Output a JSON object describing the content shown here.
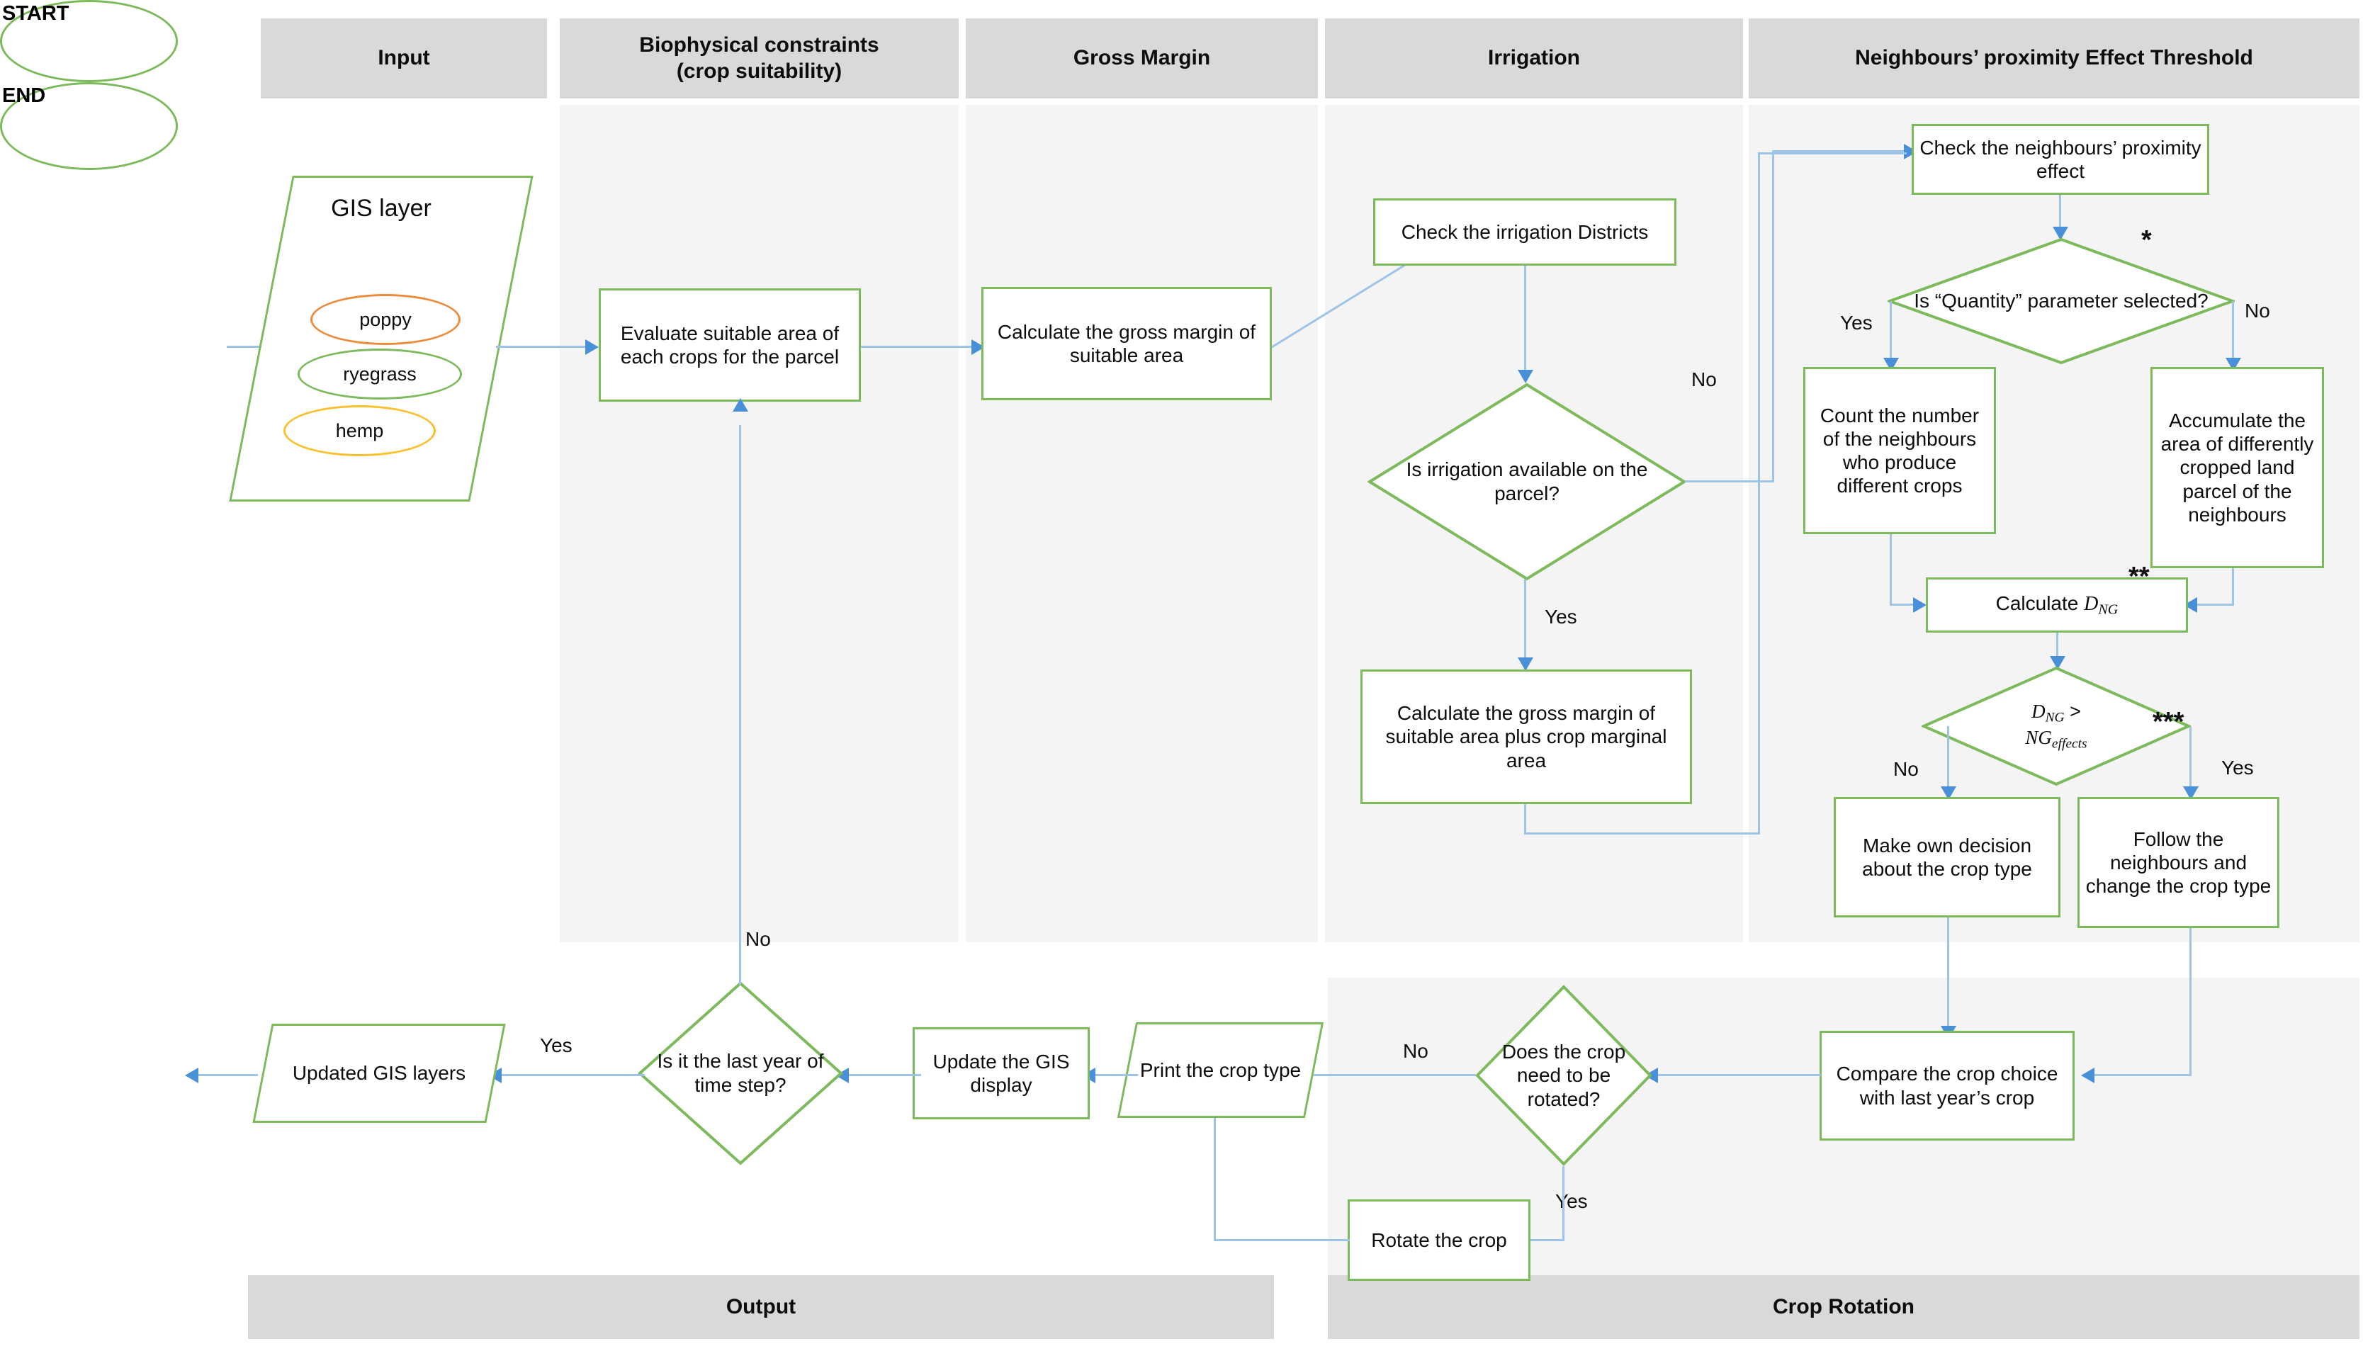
{
  "lanes": {
    "input": "Input",
    "biophysical": "Biophysical constraints\n(crop suitability)",
    "biophysical_l1": "Biophysical constraints",
    "biophysical_l2": "(crop suitability)",
    "gross_margin": "Gross Margin",
    "irrigation": "Irrigation",
    "neighbours": "Neighbours’ proximity Effect Threshold",
    "output": "Output",
    "crop_rotation": "Crop Rotation"
  },
  "nodes": {
    "start": "START",
    "end": "END",
    "gis_layer_title": "GIS layer",
    "crops": [
      {
        "name": "poppy",
        "color": "#ed8b3c"
      },
      {
        "name": "ryegrass",
        "color": "#7cba5c"
      },
      {
        "name": "hemp",
        "color": "#fbc02d"
      }
    ],
    "evaluate_suitable": "Evaluate suitable area of each crops for the parcel",
    "calc_gross_margin": "Calculate  the gross margin of suitable area",
    "check_irrigation_districts": "Check the irrigation Districts",
    "is_irrigation_available": "Is irrigation available on the parcel?",
    "calc_gm_plus_marginal": "Calculate  the gross margin of  suitable area plus crop marginal area",
    "check_neighbours": "Check the neighbours’ proximity effect",
    "is_quantity_selected": "Is “Quantity” parameter selected?",
    "count_neighbours": "Count the number of the neighbours who produce different crops",
    "accumulate_area": "Accumulate the area of differently cropped land parcel of the neighbours",
    "calculate_dng_prefix": "Calculate ",
    "dng_symbol": "D",
    "dng_subscript": "NG",
    "ng_effects_symbol": "NG",
    "ng_effects_subscript": "effects",
    "gt_symbol": ">",
    "make_own_decision": "Make own decision about the crop type",
    "follow_neighbours": "Follow the neighbours and change the crop type",
    "compare_crop": "Compare the crop choice with last year’s crop",
    "does_crop_rotate": "Does the crop need to be rotated?",
    "rotate_crop": "Rotate the crop",
    "print_crop_type": "Print  the crop type",
    "update_gis_display": "Update the GIS display",
    "is_last_year": "Is it the last year of time step?",
    "updated_gis_layers": "Updated GIS layers"
  },
  "edge_labels": {
    "irrigation_no": "No",
    "irrigation_yes": "Yes",
    "quantity_yes": "Yes",
    "quantity_no": "No",
    "dng_no": "No",
    "dng_yes": "Yes",
    "rotate_no": "No",
    "rotate_yes": "Yes",
    "lastyear_no": "No",
    "lastyear_yes": "Yes"
  },
  "footnote_marks": {
    "one": "*",
    "two": "**",
    "three": "***"
  },
  "colors": {
    "shape_border": "#7cba5c",
    "connector": "#9dc3e6",
    "arrowhead": "#4a90d9",
    "lane_header": "#d9d9d9",
    "lane_body": "#f4f4f4",
    "poppy": "#ed8b3c",
    "ryegrass": "#7cba5c",
    "hemp": "#fbc02d"
  }
}
